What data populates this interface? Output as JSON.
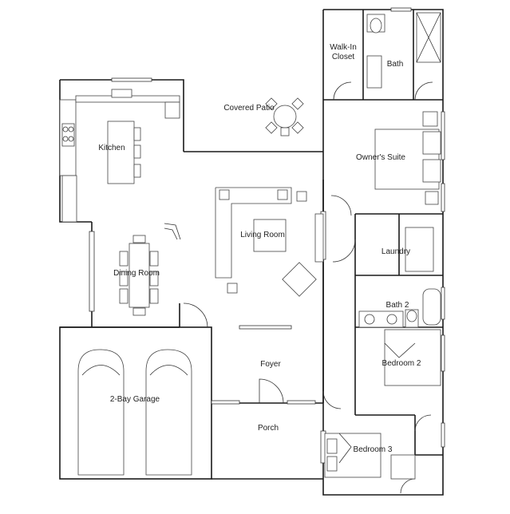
{
  "rooms": {
    "walk_in_closet_line1": "Walk-In",
    "walk_in_closet_line2": "Closet",
    "bath": "Bath",
    "covered_patio": "Covered Patio",
    "kitchen": "Kitchen",
    "owners_suite": "Owner's Suite",
    "living_room": "Living Room",
    "laundry": "Laundry",
    "dining_room": "Dining Room",
    "bath_2": "Bath 2",
    "bedroom_2": "Bedroom 2",
    "foyer": "Foyer",
    "garage": "2-Bay Garage",
    "porch": "Porch",
    "bedroom_3": "Bedroom 3"
  }
}
